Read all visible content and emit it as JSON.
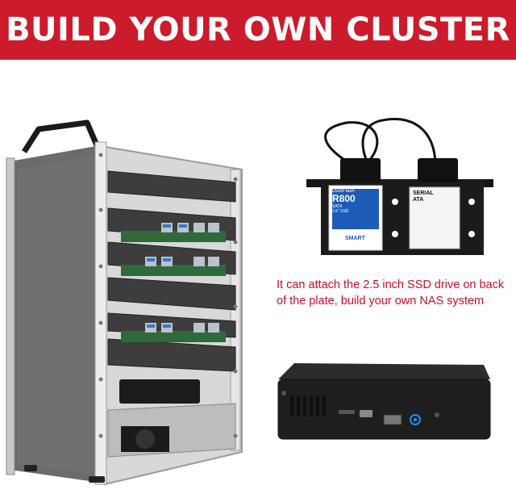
{
  "banner": {
    "title": "BUILD YOUR OWN CLUSTER"
  },
  "caption": {
    "text": "It can attach the 2.5  inch SSD drive on back of the plate, build your own NAS system"
  },
  "ssd_label": {
    "brand": "DuroFlash",
    "model": "R800",
    "type": "SATA",
    "size": "2.5\" SSD",
    "logo": "SMART"
  },
  "adapter_label": {
    "title": "SERIAL ATA"
  },
  "colors": {
    "banner": "#cc1b2b",
    "caption": "#c8102e",
    "accent_led": "#1e90ff"
  }
}
